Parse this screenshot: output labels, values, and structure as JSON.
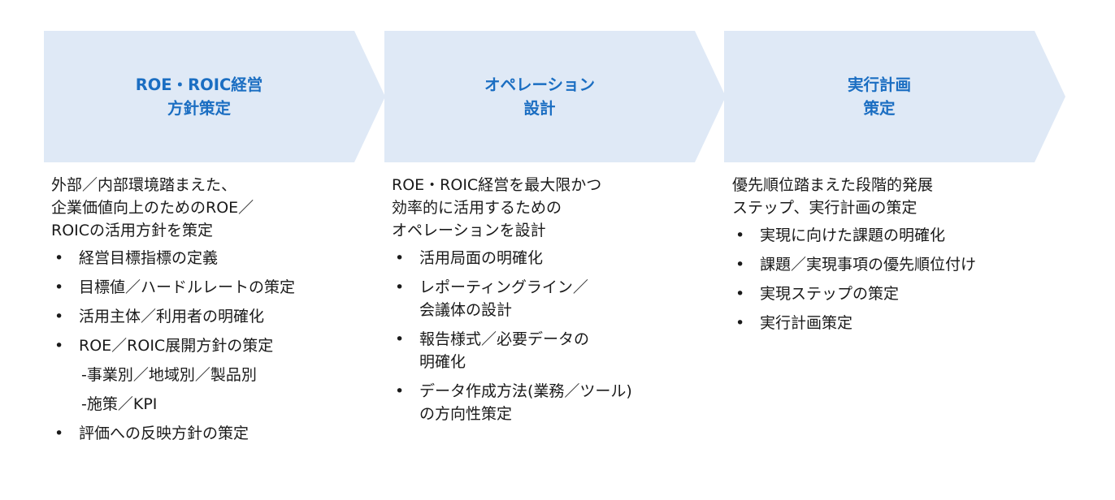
{
  "steps": [
    {
      "title_lines": [
        "ROE・ROIC経営",
        "方針策定"
      ],
      "intro_lines": [
        "外部／内部環境踏まえた、",
        "企業価値向上のためのROE／",
        "ROICの活用方針を策定"
      ],
      "bullets": [
        {
          "lines": [
            "経営目標指標の定義"
          ]
        },
        {
          "lines": [
            "目標値／ハードルレートの策定"
          ]
        },
        {
          "lines": [
            "活用主体／利用者の明確化"
          ]
        },
        {
          "lines": [
            "ROE／ROIC展開方針の策定"
          ],
          "subs": [
            "-事業別／地域別／製品別",
            "-施策／KPI"
          ]
        },
        {
          "lines": [
            "評価への反映方針の策定"
          ]
        }
      ]
    },
    {
      "title_lines": [
        "オペレーション",
        "設計"
      ],
      "intro_lines": [
        "ROE・ROIC経営を最大限かつ",
        "効率的に活用するための",
        "オペレーションを設計"
      ],
      "bullets": [
        {
          "lines": [
            "活用局面の明確化"
          ]
        },
        {
          "lines": [
            "レポーティングライン／",
            "会議体の設計"
          ]
        },
        {
          "lines": [
            "報告様式／必要データの",
            "明確化"
          ]
        },
        {
          "lines": [
            "データ作成方法(業務／ツール)",
            "の方向性策定"
          ]
        }
      ]
    },
    {
      "title_lines": [
        "実行計画",
        "策定"
      ],
      "intro_lines": [
        "優先順位踏まえた段階的発展",
        "ステップ、実行計画の策定"
      ],
      "bullets": [
        {
          "lines": [
            "実現に向けた課題の明確化"
          ]
        },
        {
          "lines": [
            "課題／実現事項の優先順位付け"
          ]
        },
        {
          "lines": [
            "実現ステップの策定"
          ]
        },
        {
          "lines": [
            "実行計画策定"
          ]
        }
      ]
    }
  ],
  "bullet_symbol": "•",
  "colors": {
    "arrow_fill": "#dfe9f6",
    "title_text": "#1b6ec2",
    "body_text": "#1a1a1a"
  }
}
